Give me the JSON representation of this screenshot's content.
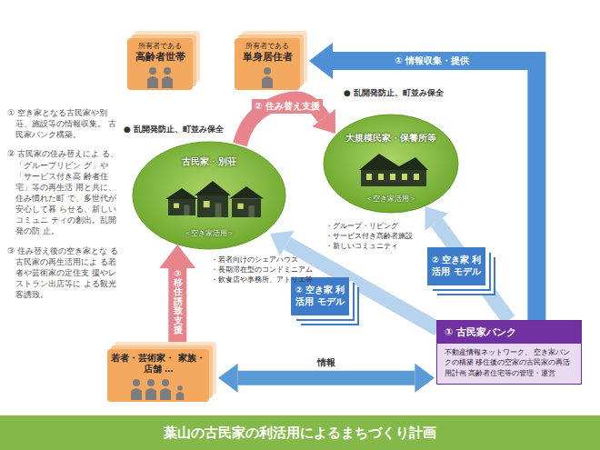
{
  "diagram": {
    "title": "葉山の古民家の利活用によるまちづくり計画",
    "nodes": [
      {
        "text": [
          "所有者である",
          "高齢者世帯"
        ]
      },
      {
        "text": [
          "所有者である",
          "単身居住者"
        ]
      },
      {
        "text": [
          "古民家・別荘",
          "＜空き家活用＞"
        ]
      },
      {
        "text": [
          "大規模民家・保養所等",
          "＜空き家活用＞"
        ]
      },
      {
        "text": [
          "② 空き家 利活用 モデル"
        ]
      },
      {
        "text": [
          "② 空き家 利活用 モデル"
        ]
      },
      {
        "text": [
          "① 古民家バンク",
          "不動産情報ネットワーク、 空き家バンクの構築 移住後の空家の古民家の再活用計画 高齢者住宅等の管理・運営"
        ]
      },
      {
        "text": [
          "若者・芸術家・ 家族・店舗 …"
        ]
      }
    ],
    "edges": [
      {
        "from": 2,
        "to": 3,
        "label": "② 住み替え支援",
        "arrow": "to"
      },
      {
        "from": 7,
        "to": 2,
        "label": "③ 移住・誘致支援",
        "arrow": "to"
      },
      {
        "from": 7,
        "to": 6,
        "label": "情報",
        "arrow": "both"
      },
      {
        "from": 6,
        "to": 1,
        "label": "① 情報収集・提供",
        "arrow": "to"
      },
      {
        "from": 6,
        "to": 2,
        "arrow": "to"
      },
      {
        "from": 6,
        "to": 3,
        "arrow": "to"
      }
    ],
    "labels": [
      "● 乱開発防止、町並み保全",
      "● 乱開発防止、町並み保全",
      "① 空き家となる古民家や別 荘、施設等の情報収集。 古民家バンク構築。",
      "② 古民家の住み替えによ る、「グループリビン グ」や「サービス付き高 齢者住宅」等の再生活 用と共に、住み慣れた町 で、多世代が安心して暮 らせる、新しいコミュニ ティの創出。乱開発の防 止。",
      "③ 住み替え後の空き家とな る古民家の再生活用によ る若者や芸術家の定住支 援やレストラン出店等に よる観光客誘致。",
      "・グループ・リビング",
      "・サービス付き高齢者施設",
      "・新しいコミュニティ",
      "・若者向けのシェアハウス",
      "・長期滞在型のコンドミニアム",
      "・飲食店や事務所、アトリエ等"
    ]
  }
}
